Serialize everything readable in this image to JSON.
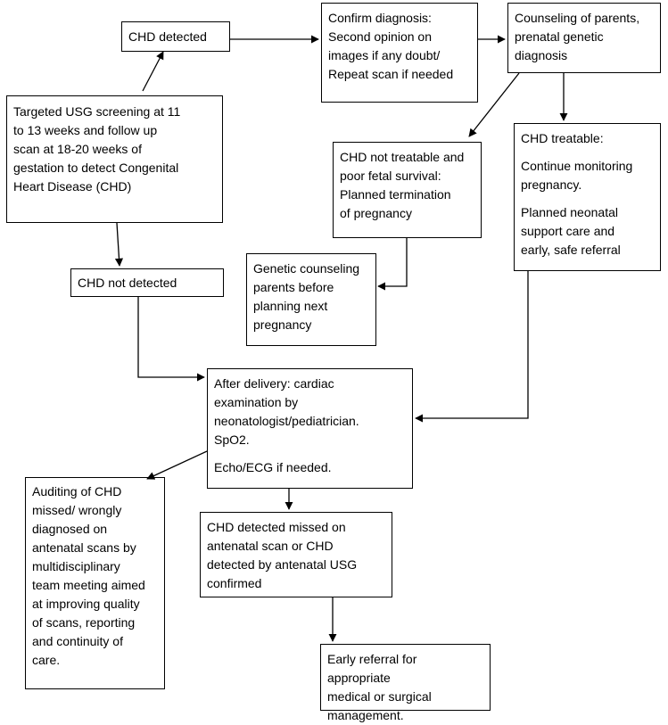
{
  "nodes": {
    "targeted_screening": "Targeted USG screening at 11\nto 13 weeks and follow up\nscan at 18-20 weeks of\ngestation to detect Congenital\nHeart Disease (CHD)",
    "chd_detected": "CHD detected",
    "confirm_diagnosis": "Confirm diagnosis:\nSecond opinion on\nimages if any doubt/\nRepeat scan if needed",
    "counseling_parents": "Counseling of parents,\nprenatal genetic\ndiagnosis",
    "not_treatable": "CHD not treatable and\npoor fetal survival:\nPlanned termination\nof pregnancy",
    "treatable": {
      "title": "CHD treatable:",
      "monitoring": "Continue monitoring\npregnancy.",
      "support": "Planned neonatal\nsupport care and\nearly, safe referral"
    },
    "genetic_counseling": "Genetic counseling\nparents before\nplanning next\npregnancy",
    "chd_not_detected": "CHD not detected",
    "after_delivery": {
      "exam": "After delivery:  cardiac\nexamination by\nneonatologist/pediatrician.\nSpO2.",
      "echo": "Echo/ECG if needed."
    },
    "auditing": "Auditing of CHD\nmissed/ wrongly\ndiagnosed on\nantenatal scans by\nmultidisciplinary\nteam meeting aimed\nat improving quality\nof scans, reporting\nand continuity of\ncare.",
    "missed_or_confirmed": "CHD detected missed on\nantenatal scan or CHD\ndetected by antenatal USG\nconfirmed",
    "early_referral": "Early referral for appropriate\nmedical or surgical\nmanagement."
  },
  "colors": {
    "stroke": "#000000",
    "background": "#ffffff"
  }
}
